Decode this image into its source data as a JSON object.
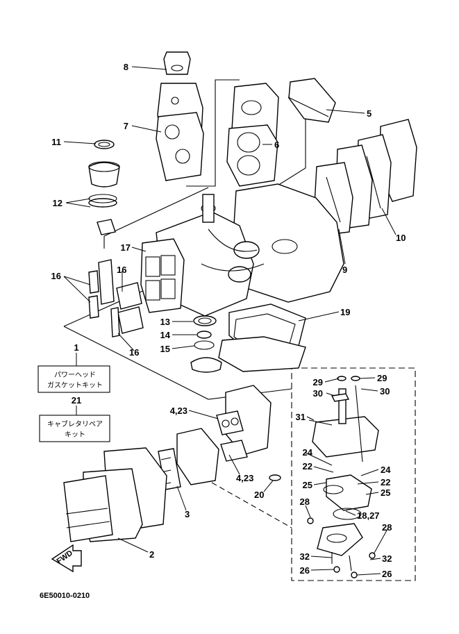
{
  "document_code": "6E50010-0210",
  "kits": [
    {
      "number": "1",
      "line1": "パワーヘッド",
      "line2": "ガスケットキット"
    },
    {
      "number": "21",
      "line1": "キャブレタリペア",
      "line2": "キット"
    }
  ],
  "fwd_label": "FWD",
  "callouts": [
    {
      "id": "8",
      "label": "8"
    },
    {
      "id": "7",
      "label": "7"
    },
    {
      "id": "11",
      "label": "11"
    },
    {
      "id": "12",
      "label": "12"
    },
    {
      "id": "6",
      "label": "6"
    },
    {
      "id": "5",
      "label": "5"
    },
    {
      "id": "10",
      "label": "10"
    },
    {
      "id": "9",
      "label": "9"
    },
    {
      "id": "17",
      "label": "17"
    },
    {
      "id": "16a",
      "label": "16"
    },
    {
      "id": "16b",
      "label": "16"
    },
    {
      "id": "16c",
      "label": "16"
    },
    {
      "id": "19",
      "label": "19"
    },
    {
      "id": "13",
      "label": "13"
    },
    {
      "id": "14",
      "label": "14"
    },
    {
      "id": "15",
      "label": "15"
    },
    {
      "id": "4-23a",
      "label": "4,23"
    },
    {
      "id": "4-23b",
      "label": "4,23"
    },
    {
      "id": "20",
      "label": "20"
    },
    {
      "id": "3",
      "label": "3"
    },
    {
      "id": "2",
      "label": "2"
    },
    {
      "id": "29a",
      "label": "29"
    },
    {
      "id": "29b",
      "label": "29"
    },
    {
      "id": "30a",
      "label": "30"
    },
    {
      "id": "30b",
      "label": "30"
    },
    {
      "id": "31",
      "label": "31"
    },
    {
      "id": "24a",
      "label": "24"
    },
    {
      "id": "24b",
      "label": "24"
    },
    {
      "id": "22a",
      "label": "22"
    },
    {
      "id": "22b",
      "label": "22"
    },
    {
      "id": "25a",
      "label": "25"
    },
    {
      "id": "25b",
      "label": "25"
    },
    {
      "id": "28a",
      "label": "28"
    },
    {
      "id": "28b",
      "label": "28"
    },
    {
      "id": "18-27",
      "label": "18,27"
    },
    {
      "id": "32a",
      "label": "32"
    },
    {
      "id": "32b",
      "label": "32"
    },
    {
      "id": "26a",
      "label": "26"
    },
    {
      "id": "26b",
      "label": "26"
    }
  ]
}
